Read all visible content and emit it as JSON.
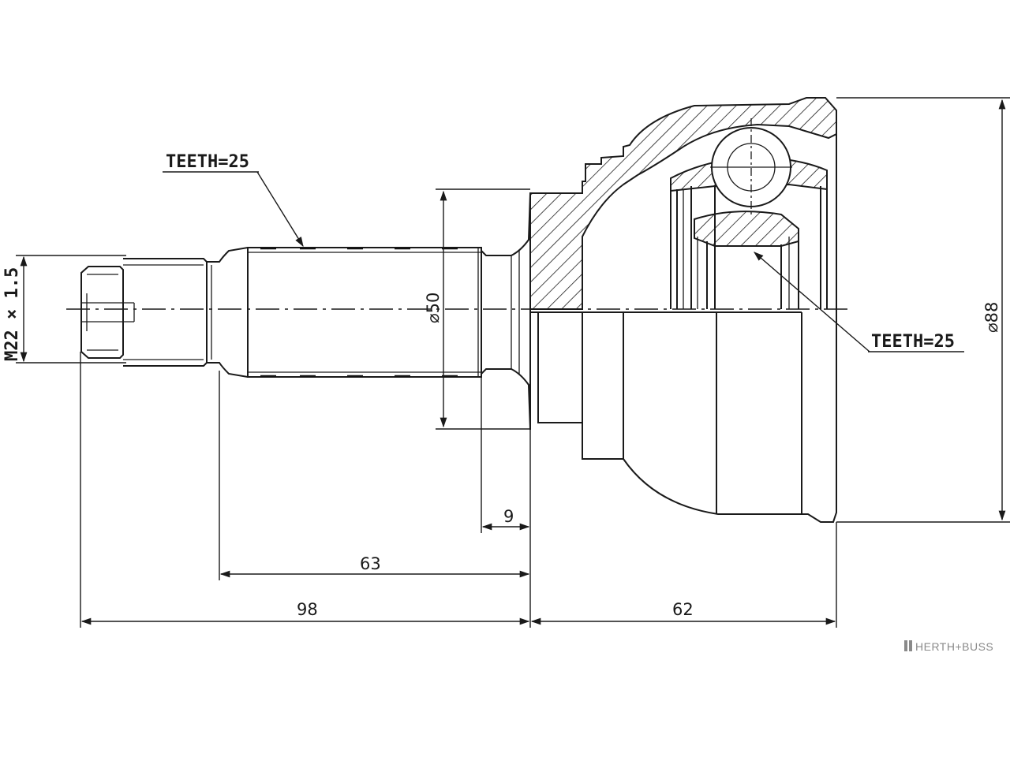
{
  "colors": {
    "line": "#1a1a1a",
    "background": "#ffffff",
    "brand": "#8a8a8a"
  },
  "labels": {
    "teeth_shaft": "TEETH=25",
    "teeth_joint": "TEETH=25",
    "thread": "M22 × 1.5",
    "dia_shaft": "⌀50",
    "dia_housing": "⌀88"
  },
  "dimensions": {
    "d9": "9",
    "d63": "63",
    "d98": "98",
    "d62": "62"
  },
  "brand": {
    "text": "HERTH+BUSS",
    "icon": "hb-logo-icon"
  }
}
